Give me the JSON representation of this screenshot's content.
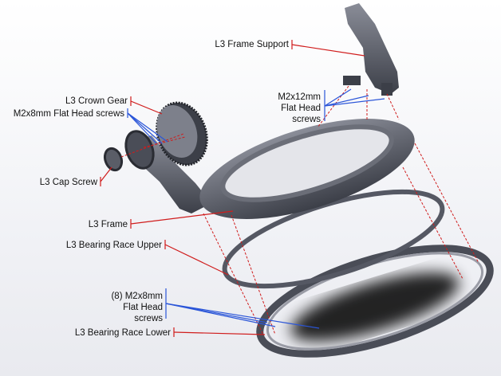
{
  "labels": {
    "frame_support": "L3 Frame Support",
    "m2x12_line1": "M2x12mm",
    "m2x12_line2": "Flat Head",
    "m2x12_line3": "screws",
    "crown_gear": "L3 Crown Gear",
    "m2x8_screws": "M2x8mm Flat Head screws",
    "cap_screw": "L3 Cap Screw",
    "frame": "L3 Frame",
    "bearing_upper": "L3 Bearing Race Upper",
    "m2x8_8_line1": "(8) M2x8mm",
    "m2x8_8_line2": "Flat Head",
    "m2x8_8_line3": "screws",
    "bearing_lower": "L3 Bearing Race Lower"
  },
  "colors": {
    "leader_part": "#d01c1c",
    "leader_screw": "#2a55d8",
    "part": "#4a4d57"
  }
}
